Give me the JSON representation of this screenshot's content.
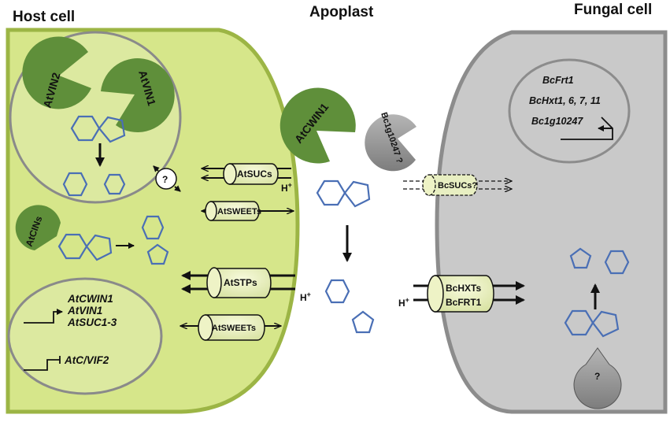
{
  "headers": {
    "host_cell": "Host cell",
    "apoplast": "Apoplast",
    "fungal_cell": "Fungal cell"
  },
  "host": {
    "vacuole_enzymes": [
      "AtVIN2",
      "AtVIN1"
    ],
    "unknown_transporter": "?",
    "cytosolic_invertase": "AtCINs",
    "nucleus_genes_up": [
      "AtCWIN1",
      "AtVIN1",
      "AtSUC1-3"
    ],
    "nucleus_gene_down": "AtC/VIF2"
  },
  "transporters": {
    "suc": "AtSUCs",
    "sweet_upper": "AtSWEETs",
    "stp": "AtSTPs",
    "sweet_lower": "AtSWEETs",
    "bc_suc": "BcSUCs?",
    "bc_hxt": "BcHXTs",
    "bc_frt": "BcFRT1",
    "proton": "H",
    "proton_sup": "+"
  },
  "apoplast": {
    "plant_invertase": "AtCWIN1",
    "fungal_invertase": "Bc1g10247 ?"
  },
  "fungal": {
    "genes": [
      "BcFrt1",
      "BcHxt1, 6, 7, 11",
      "Bc1g10247"
    ],
    "unknown_enzyme": "?"
  },
  "colors": {
    "host_fill": "#d6e68a",
    "host_stroke": "#9cb545",
    "enzyme_green": "#5f8f3a",
    "fungal_fill": "#c9c9c9",
    "fungal_stroke": "#8c8c8c",
    "sugar_blue": "#4a6fb5"
  }
}
